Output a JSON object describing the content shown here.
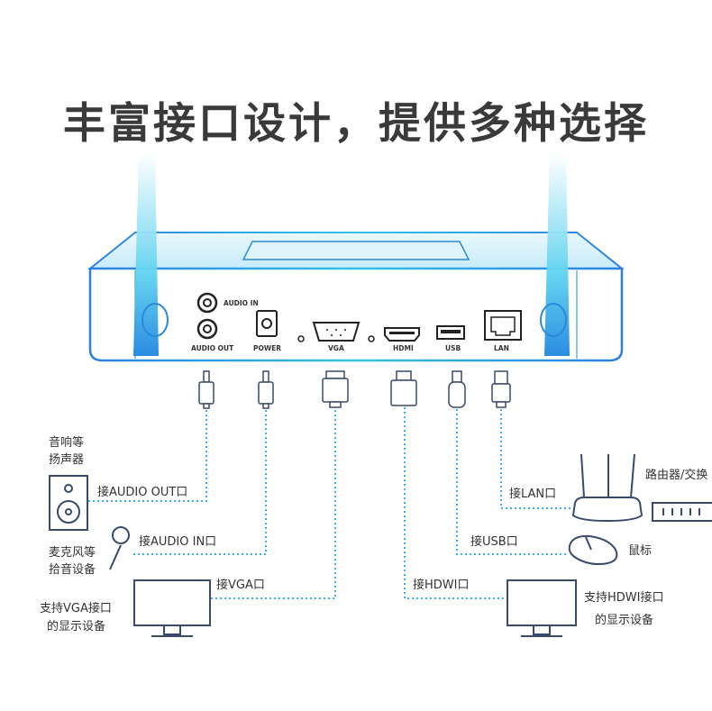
{
  "title": "丰富接口设计，提供多种选择",
  "device_ports": {
    "audio_in": "AUDIO IN",
    "audio_out": "AUDIO OUT",
    "power": "POWER",
    "vga": "VGA",
    "hdmi": "HDMI",
    "usb": "USB",
    "lan": "LAN"
  },
  "connections": {
    "audio_out": "接AUDIO OUT口",
    "audio_in": "接AUDIO IN口",
    "vga": "接VGA口",
    "lan": "接LAN口",
    "usb": "接USB口",
    "hdmi": "接HDWI口"
  },
  "devices": {
    "speaker_line1": "音响等",
    "speaker_line2": "扬声器",
    "mic_line1": "麦克风等",
    "mic_line2": "拾音设备",
    "vga_display_line1": "支持VGA接口",
    "vga_display_line2": "的显示设备",
    "router": "路由器/交换",
    "mouse": "鼠标",
    "hdmi_display_line1": "支持HDWI接口",
    "hdmi_display_line2": "的显示设备"
  },
  "colors": {
    "accent": "#27b4e6",
    "accent_dark": "#1a7fd0",
    "line": "#3ab0ea"
  }
}
